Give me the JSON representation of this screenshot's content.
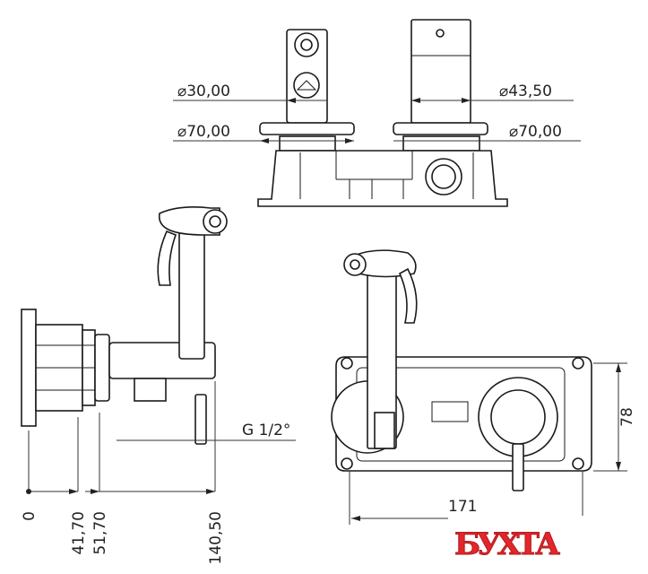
{
  "dimensions": {
    "top_left_inner_diameter": "⌀30,00",
    "top_right_inner_diameter": "⌀43,50",
    "top_left_flange_diameter": "⌀70,00",
    "top_right_flange_diameter": "⌀70,00",
    "thread": "G 1/2°",
    "side_offsets": [
      "0",
      "41,70",
      "51,70",
      "140,50"
    ],
    "front_height": "78",
    "front_width": "171"
  },
  "logo": {
    "text": "БУХТА",
    "color": "#e3262b"
  }
}
